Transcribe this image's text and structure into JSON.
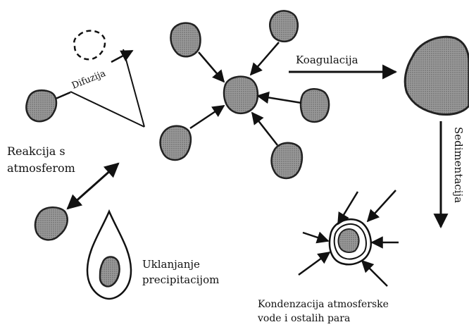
{
  "labels": {
    "difuzija": "Difuzija",
    "reakcija_line1": "Reakcija s",
    "reakcija_line2": "atmosferom",
    "koagulacija": "Koagulacija",
    "sedimentacija": "Sedimentacija",
    "uklanjanje_line1": "Uklanjanje",
    "uklanjanje_line2": "precipitacijom",
    "kondenzacija_line1": "Kondenzacija atmosferske",
    "kondenzacija_line2": "vode i ostalih para"
  },
  "colors": {
    "particle_fill": "#8a8a8a",
    "particle_stroke": "#222222",
    "arrow": "#111111",
    "background": "#ffffff"
  }
}
